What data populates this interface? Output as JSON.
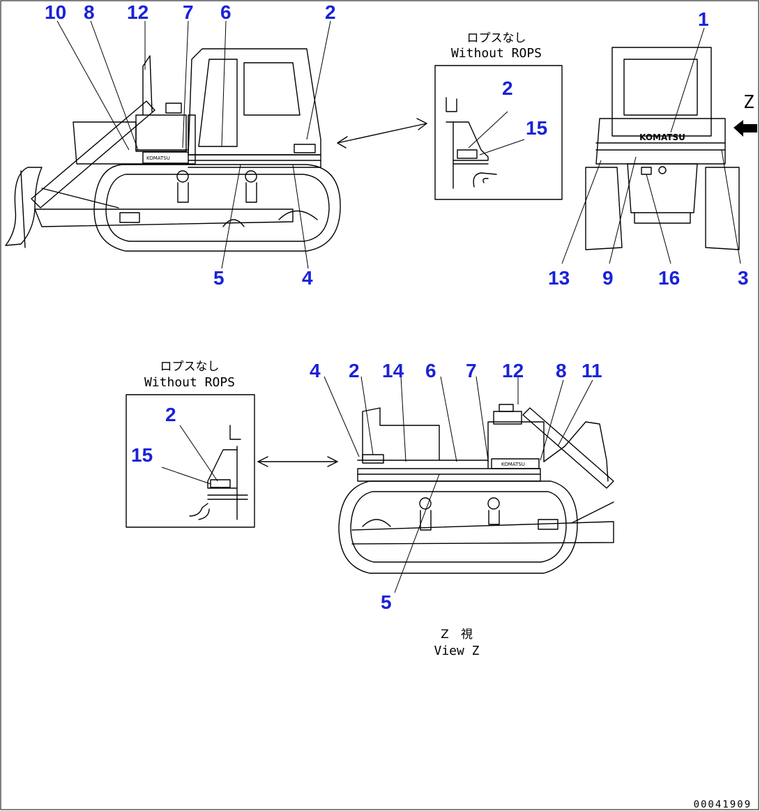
{
  "drawing_code": "00041909",
  "logo_text": "KOMATSU",
  "inset_top": {
    "title_jp": "ロプスなし",
    "title_en": "Without ROPS"
  },
  "inset_bottom": {
    "title_jp": "ロプスなし",
    "title_en": "Without ROPS"
  },
  "view_label": {
    "jp": "Z　視",
    "en": "View Z"
  },
  "view_arrow_letter": "Z",
  "callouts": {
    "side_view": [
      "10",
      "8",
      "12",
      "7",
      "6",
      "2",
      "5",
      "4"
    ],
    "inset_top": [
      "2",
      "15"
    ],
    "rear_view": [
      "1",
      "13",
      "9",
      "16",
      "3"
    ],
    "inset_bottom": [
      "2",
      "15"
    ],
    "view_z": [
      "4",
      "2",
      "14",
      "6",
      "7",
      "12",
      "8",
      "11",
      "5"
    ]
  }
}
